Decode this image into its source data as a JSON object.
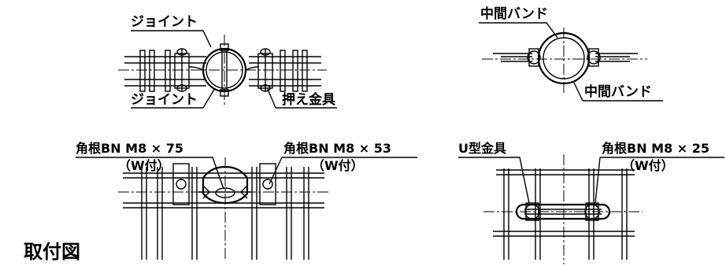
{
  "labels": {
    "joint_top": "ジョイント",
    "joint_bottom": "ジョイント",
    "press_fitting": "押え金具",
    "middle_band_top": "中間バンド",
    "middle_band_bottom": "中間バンド",
    "bolt_left": "角根BN M8 × 75",
    "bolt_left_washer": "（W付）",
    "bolt_right": "角根BN M8 × 53",
    "bolt_right_washer": "（W付）",
    "u_fitting": "U型金具",
    "bolt_u": "角根BN M8 × 25",
    "bolt_u_washer": "（W付）"
  },
  "caption": "取付図"
}
